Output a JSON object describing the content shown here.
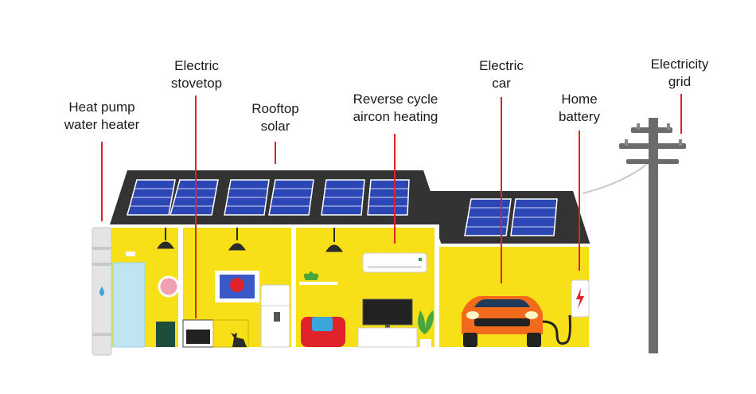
{
  "labels": {
    "heat_pump": {
      "line1": "Heat pump",
      "line2": "water heater"
    },
    "stovetop": {
      "line1": "Electric",
      "line2": "stovetop"
    },
    "solar": {
      "line1": "Rooftop",
      "line2": "solar"
    },
    "aircon": {
      "line1": "Reverse cycle",
      "line2": "aircon heating"
    },
    "car": {
      "line1": "Electric",
      "line2": "car"
    },
    "battery": {
      "line1": "Home",
      "line2": "battery"
    },
    "grid": {
      "line1": "Electricity",
      "line2": "grid"
    }
  },
  "colors": {
    "wall": "#f7e017",
    "roof": "#333333",
    "panel": "#2c46b5",
    "pointer": "#e0232b",
    "car": "#f26a1b",
    "pole": "#6b6b6b"
  },
  "icons": [
    "solar-panel-icon",
    "pendant-lamp-icon",
    "water-drop-icon",
    "lightning-bolt-icon",
    "cat-icon",
    "plant-icon"
  ]
}
